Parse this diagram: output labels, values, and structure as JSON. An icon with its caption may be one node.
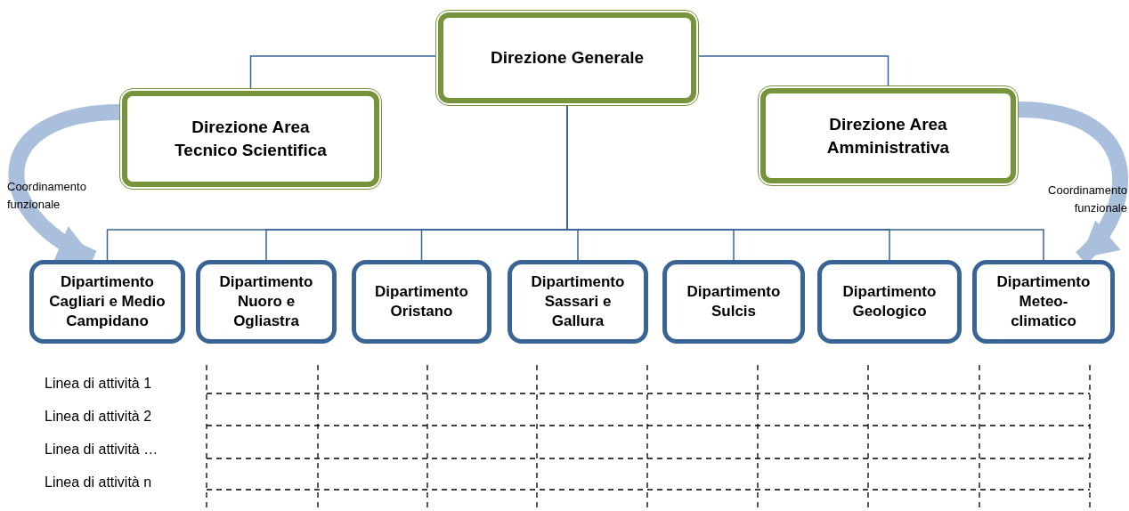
{
  "diagram": {
    "nodes": [
      {
        "text": [
          "Direzione Generale"
        ]
      },
      {
        "text": [
          "Direzione Area Tecnico Scientifica"
        ]
      },
      {
        "text": [
          "Direzione Area Amministrativa"
        ]
      },
      {
        "text": [
          "Dipartimento Cagliari e Medio Campidano"
        ]
      },
      {
        "text": [
          "Dipartimento Nuoro e Ogliastra"
        ]
      },
      {
        "text": [
          "Dipartimento Oristano"
        ]
      },
      {
        "text": [
          "Dipartimento Sassari e Gallura"
        ]
      },
      {
        "text": [
          "Dipartimento Sulcis"
        ]
      },
      {
        "text": [
          "Dipartimento Geologico"
        ]
      },
      {
        "text": [
          "Dipartimento Meteo-climatico"
        ]
      }
    ],
    "edges": [
      {
        "from": 0,
        "to": 1,
        "arrow": "none"
      },
      {
        "from": 0,
        "to": 2,
        "arrow": "none"
      },
      {
        "from": 0,
        "to": 3,
        "arrow": "none"
      },
      {
        "from": 0,
        "to": 4,
        "arrow": "none"
      },
      {
        "from": 0,
        "to": 5,
        "arrow": "none"
      },
      {
        "from": 0,
        "to": 6,
        "arrow": "none"
      },
      {
        "from": 0,
        "to": 7,
        "arrow": "none"
      },
      {
        "from": 0,
        "to": 8,
        "arrow": "none"
      },
      {
        "from": 0,
        "to": 9,
        "arrow": "none"
      },
      {
        "from": 1,
        "to": 3,
        "arrow": "to",
        "label": "Coordinamento funzionale",
        "style": "thick",
        "color": "#a9bfdc"
      },
      {
        "from": 2,
        "to": 9,
        "arrow": "to",
        "label": "Coordinamento funzionale",
        "style": "thick",
        "color": "#a9bfdc"
      }
    ],
    "labels": [
      "Linea di attività 1",
      "Linea di attività 2",
      "Linea di attività …",
      "Linea di attività n"
    ]
  }
}
